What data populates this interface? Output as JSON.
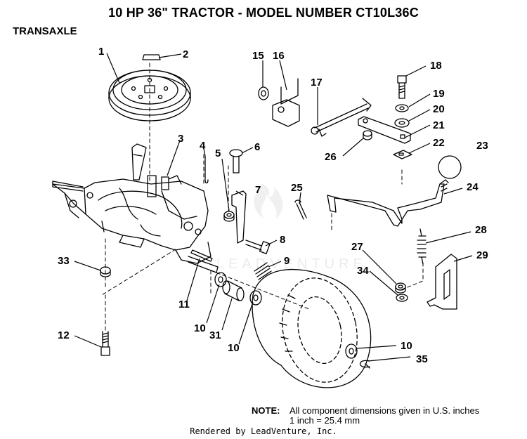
{
  "header": {
    "title": "10 HP 36\" TRACTOR  - MODEL NUMBER CT10L36C",
    "section": "TRANSAXLE"
  },
  "watermark": {
    "text": "LEADVENTURE"
  },
  "callouts": [
    {
      "id": "1",
      "label": "1"
    },
    {
      "id": "2",
      "label": "2"
    },
    {
      "id": "3",
      "label": "3"
    },
    {
      "id": "4",
      "label": "4"
    },
    {
      "id": "5",
      "label": "5"
    },
    {
      "id": "6",
      "label": "6"
    },
    {
      "id": "7",
      "label": "7"
    },
    {
      "id": "8",
      "label": "8"
    },
    {
      "id": "9",
      "label": "9"
    },
    {
      "id": "10a",
      "label": "10"
    },
    {
      "id": "10b",
      "label": "10"
    },
    {
      "id": "10c",
      "label": "10"
    },
    {
      "id": "11",
      "label": "11"
    },
    {
      "id": "12",
      "label": "12"
    },
    {
      "id": "15",
      "label": "15"
    },
    {
      "id": "16",
      "label": "16"
    },
    {
      "id": "17",
      "label": "17"
    },
    {
      "id": "18",
      "label": "18"
    },
    {
      "id": "19",
      "label": "19"
    },
    {
      "id": "20",
      "label": "20"
    },
    {
      "id": "21",
      "label": "21"
    },
    {
      "id": "22",
      "label": "22"
    },
    {
      "id": "23",
      "label": "23"
    },
    {
      "id": "24",
      "label": "24"
    },
    {
      "id": "25",
      "label": "25"
    },
    {
      "id": "26",
      "label": "26"
    },
    {
      "id": "27",
      "label": "27"
    },
    {
      "id": "28",
      "label": "28"
    },
    {
      "id": "29",
      "label": "29"
    },
    {
      "id": "31",
      "label": "31"
    },
    {
      "id": "33",
      "label": "33"
    },
    {
      "id": "34",
      "label": "34"
    },
    {
      "id": "35",
      "label": "35"
    }
  ],
  "note": {
    "label": "NOTE:",
    "line1": "All component dimensions given in U.S. inches",
    "line2": "1 inch = 25.4 mm"
  },
  "footer": {
    "text": "Rendered by LeadVenture, Inc."
  }
}
